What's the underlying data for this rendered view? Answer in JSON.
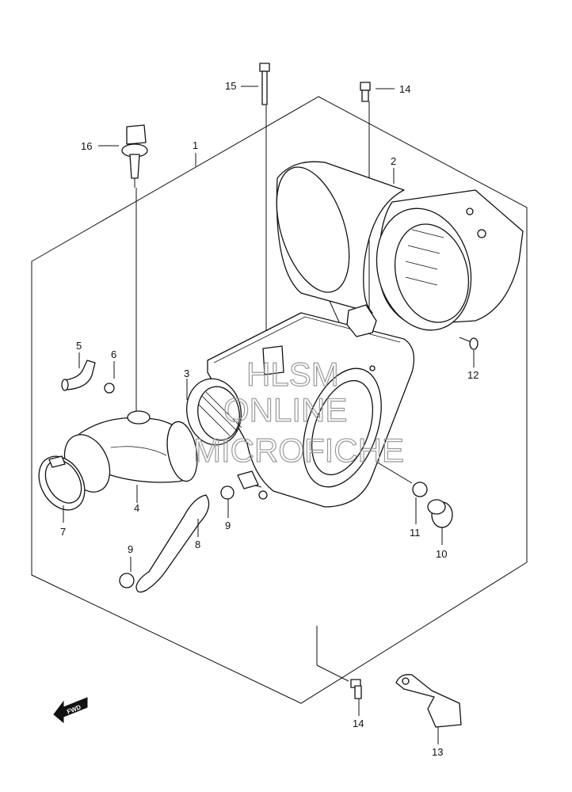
{
  "watermark": {
    "line1": "HLSM",
    "line2": "ONLINE",
    "line3": "MICROFICHE"
  },
  "direction_arrow": {
    "label": "FWD"
  },
  "callouts": {
    "c1": "1",
    "c2": "2",
    "c3": "3",
    "c4": "4",
    "c5": "5",
    "c6": "6",
    "c7": "7",
    "c8": "8",
    "c9a": "9",
    "c9b": "9",
    "c10": "10",
    "c11": "11",
    "c12": "12",
    "c13": "13",
    "c14a": "14",
    "c14b": "14",
    "c15": "15",
    "c16": "16"
  }
}
